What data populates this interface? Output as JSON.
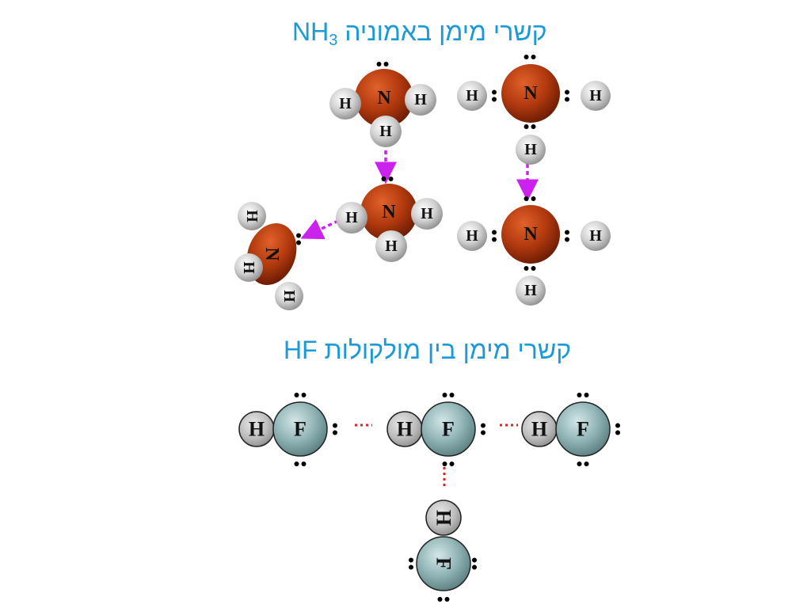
{
  "titles": {
    "ammonia": {
      "hebrew": "קשרי מימן באמוניה",
      "formula": "NH",
      "subscript": "3"
    },
    "hf": {
      "hebrew": "קשרי מימן בין מולקולות",
      "formula": "HF"
    }
  },
  "atoms": {
    "nitrogen": "N",
    "hydrogen": "H",
    "fluorine": "F"
  },
  "colors": {
    "title": "#1a9ad6",
    "nitrogen": "#b33a0f",
    "nitrogen_dark": "#7a2004",
    "hydrogen": "#cfcfcf",
    "fluorine": "#8fb3b5",
    "ammonia_bond": "#cc22ee",
    "hf_bond": "#e02020",
    "electron": "#000000"
  }
}
